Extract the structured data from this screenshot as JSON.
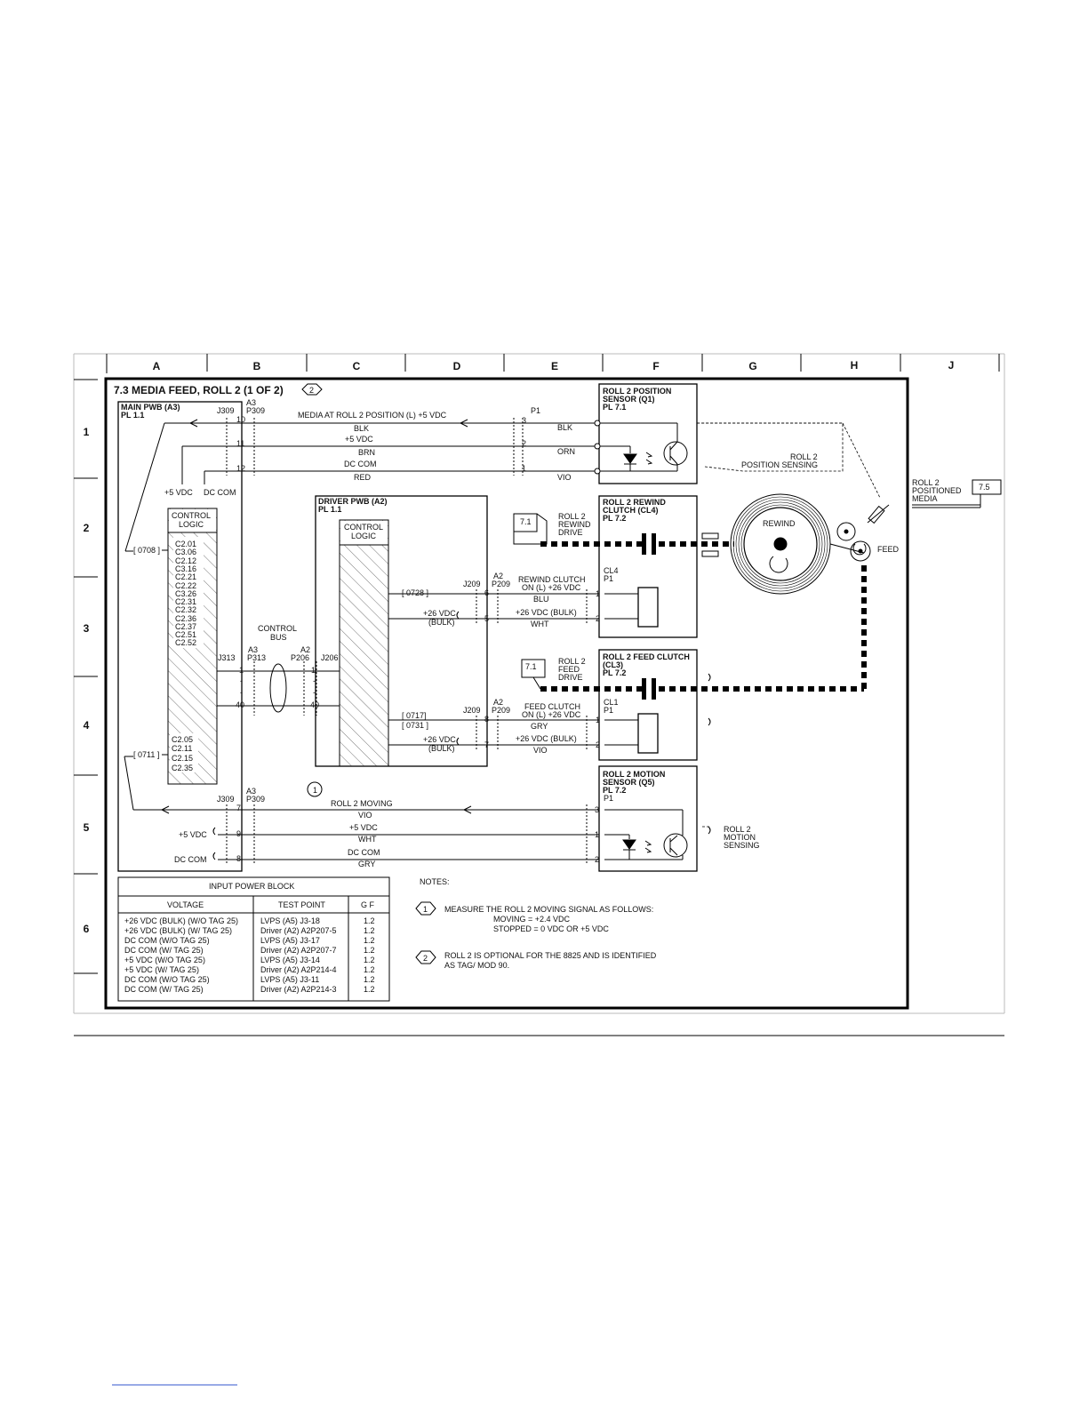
{
  "title": "7.3  MEDIA FEED, ROLL 2 (1 OF 2)",
  "title_note": "2",
  "grid": {
    "columns": [
      "A",
      "B",
      "C",
      "D",
      "E",
      "F",
      "G",
      "H",
      "J"
    ],
    "rows": [
      "1",
      "2",
      "3",
      "4",
      "5",
      "6"
    ]
  },
  "main_pwb": {
    "line1": "MAIN PWB (A3)",
    "line2": "PL 1.1"
  },
  "driver_pwb": {
    "line1": "DRIVER PWB (A2)",
    "line2": "PL 1.1"
  },
  "control_logic_main": {
    "line1": "CONTROL",
    "line2": "LOGIC"
  },
  "control_logic_driver": {
    "line1": "CONTROL",
    "line2": "LOGIC"
  },
  "control_bus": {
    "line1": "CONTROL",
    "line2": "BUS"
  },
  "connectors": {
    "j309_top": "J309",
    "a3_top": "A3",
    "p309_top": "P309",
    "j313": "J313",
    "a3_mid": "A3",
    "p313": "P313",
    "a2_mid": "A2",
    "p206": "P206",
    "j206": "J206",
    "j209_a": "J209",
    "a2_a": "A2",
    "p209_a": "P209",
    "j209_b": "J209",
    "a2_b": "A2",
    "p209_b": "P209",
    "j309_bot": "J309",
    "a3_bot": "A3",
    "p309_bot": "P309",
    "p1_top": "P1"
  },
  "pins": {
    "p10": "10",
    "p11": "11",
    "p12": "12",
    "p1a": "1",
    "p1b": "40",
    "p1c": "1",
    "p1d": "40",
    "p6": "6",
    "p5": "5",
    "p8": "8",
    "p7a": "7",
    "p7b": "7",
    "p9": "9",
    "p8b": "8",
    "s3": "3",
    "s2": "2",
    "s1": "1",
    "cl4_1": "1",
    "cl4_2": "2",
    "cl3_1": "1",
    "cl3_2": "2",
    "m3": "3",
    "m1": "1",
    "m2": "2",
    "dash": "-"
  },
  "signals": {
    "media_pos": "MEDIA AT ROLL 2 POSITION (L) +5 VDC",
    "plus5": "+5 VDC",
    "dccom": "DC COM",
    "rewind_clutch_1": "REWIND CLUTCH",
    "rewind_clutch_2": "ON (L) +26 VDC",
    "bulk26": "+26 VDC (BULK)",
    "feed_clutch_1": "FEED CLUTCH",
    "feed_clutch_2": "ON (L) +26 VDC",
    "roll2_moving": "ROLL 2 MOVING",
    "plus5_b": "+5 VDC",
    "dccom_b": "DC COM"
  },
  "wires": {
    "blk_a": "BLK",
    "brn": "BRN",
    "red": "RED",
    "blk_b": "BLK",
    "orn": "ORN",
    "vio_a": "VIO",
    "blu": "BLU",
    "wht_a": "WHT",
    "gry_a": "GRY",
    "vio_b": "VIO",
    "vio_c": "VIO",
    "wht_b": "WHT",
    "gry_b": "GRY"
  },
  "supply_labels": {
    "plus5_top": "+5 VDC",
    "dccom_top": "DC COM",
    "b26a_1": "+26 VDC",
    "b26a_2": "(BULK)",
    "b26b_1": "+26 VDC",
    "b26b_2": "(BULK)",
    "plus5_bot": "+5 VDC",
    "dccom_bot": "DC COM"
  },
  "refs": {
    "r0708": "[ 0708 ]",
    "r0711": "[ 0711 ]",
    "r0728": "[ 0728 ]",
    "r0717": "[ 0717]",
    "r0731": "[ 0731 ]"
  },
  "codes_top": [
    "C2.01",
    "C3.06",
    "C2.12",
    "C3.16",
    "C2.21",
    "C2.22",
    "C3.26",
    "C2.31",
    "C2.32",
    "C2.36",
    "C2.37",
    "C2.51",
    "C2.52"
  ],
  "codes_bottom": [
    "C2.05",
    "C2.11",
    "C2.15",
    "C2.35"
  ],
  "sensor_q1": {
    "l1": "ROLL 2 POSITION",
    "l2": "SENSOR (Q1)",
    "l3": "PL 7.1"
  },
  "clutch_cl4": {
    "l1": "ROLL 2 REWIND",
    "l2": "CLUTCH (CL4)",
    "l3": "PL 7.2",
    "ref": "CL4",
    "conn": "P1"
  },
  "clutch_cl3": {
    "l1": "ROLL 2 FEED CLUTCH",
    "l2": "(CL3)",
    "l3": "PL 7.2",
    "ref": "CL1",
    "conn": "P1"
  },
  "sensor_q5": {
    "l1": "ROLL 2 MOTION",
    "l2": "SENSOR (Q5)",
    "l3": "PL 7.2",
    "conn": "P1"
  },
  "drive_rewind": {
    "ref": "7.1",
    "l1": "ROLL 2",
    "l2": "REWIND",
    "l3": "DRIVE"
  },
  "drive_feed": {
    "ref": "7.1",
    "l1": "ROLL 2",
    "l2": "FEED",
    "l3": "DRIVE"
  },
  "mech": {
    "rewind": "REWIND",
    "feed": "FEED",
    "pos_sensing_1": "ROLL 2",
    "pos_sensing_2": "POSITION SENSING",
    "motion_1": "ROLL 2",
    "motion_2": "MOTION",
    "motion_3": "SENSING"
  },
  "offpage": {
    "l1": "ROLL 2",
    "l2": "POSITIONED",
    "l3": "MEDIA",
    "ref": "7.5"
  },
  "power_block": {
    "title": "INPUT POWER BLOCK",
    "headers": [
      "VOLTAGE",
      "TEST POINT",
      "G F"
    ],
    "rows": [
      [
        "+26 VDC (BULK) (W/O TAG 25)",
        "LVPS (A5) J3-18",
        "1.2"
      ],
      [
        "+26 VDC (BULK) (W/ TAG 25)",
        "Driver (A2) A2P207-5",
        "1.2"
      ],
      [
        "DC COM (W/O TAG 25)",
        "LVPS (A5) J3-17",
        "1.2"
      ],
      [
        "DC COM (W/ TAG 25)",
        "Driver (A2) A2P207-7",
        "1.2"
      ],
      [
        "+5 VDC (W/O TAG 25)",
        "LVPS (A5) J3-14",
        "1.2"
      ],
      [
        "+5 VDC (W/ TAG 25)",
        "Driver (A2) A2P214-4",
        "1.2"
      ],
      [
        "DC COM (W/O TAG 25)",
        "LVPS (A5) J3-11",
        "1.2"
      ],
      [
        "DC COM (W/ TAG 25)",
        "Driver (A2) A2P214-3",
        "1.2"
      ]
    ]
  },
  "notes": {
    "heading": "NOTES:",
    "n1": {
      "num": "1",
      "l1": "MEASURE THE ROLL 2 MOVING SIGNAL AS FOLLOWS:",
      "l2": "MOVING = +2.4 VDC",
      "l3": "STOPPED = 0 VDC OR +5 VDC"
    },
    "n2": {
      "num": "2",
      "l1": "ROLL 2 IS OPTIONAL FOR THE 8825 AND IS IDENTIFIED",
      "l2": "AS TAG/ MOD 90."
    }
  },
  "callout_1": "1"
}
